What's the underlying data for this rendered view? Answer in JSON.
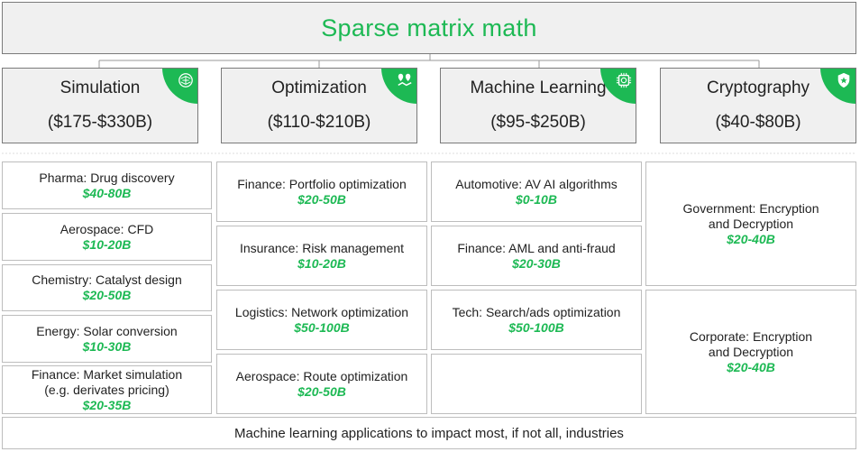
{
  "title": "Sparse matrix math",
  "categories": [
    {
      "name": "Simulation",
      "range": "($175-$330B)",
      "icon": "brain-network-icon"
    },
    {
      "name": "Optimization",
      "range": "($110-$210B)",
      "icon": "route-pins-icon"
    },
    {
      "name": "Machine Learning",
      "range": "($95-$250B)",
      "icon": "ai-chip-icon"
    },
    {
      "name": "Cryptography",
      "range": "($40-$80B)",
      "icon": "shield-icon"
    }
  ],
  "columns": [
    {
      "items": [
        {
          "label": "Pharma: Drug discovery",
          "value": "$40-80B"
        },
        {
          "label": "Aerospace: CFD",
          "value": "$10-20B"
        },
        {
          "label": "Chemistry: Catalyst design",
          "value": "$20-50B"
        },
        {
          "label": "Energy: Solar conversion",
          "value": "$10-30B"
        },
        {
          "label": "Finance: Market simulation",
          "label2": "(e.g. derivates pricing)",
          "value": "$20-35B"
        }
      ]
    },
    {
      "items": [
        {
          "label": "Finance: Portfolio optimization",
          "value": "$20-50B"
        },
        {
          "label": "Insurance: Risk management",
          "value": "$10-20B"
        },
        {
          "label": "Logistics: Network optimization",
          "value": "$50-100B"
        },
        {
          "label": "Aerospace: Route optimization",
          "value": "$20-50B"
        }
      ]
    },
    {
      "items": [
        {
          "label": "Automotive: AV AI algorithms",
          "value": "$0-10B"
        },
        {
          "label": "Finance: AML and anti-fraud",
          "value": "$20-30B"
        },
        {
          "label": "Tech: Search/ads optimization",
          "value": "$50-100B"
        },
        {
          "label": "",
          "value": ""
        }
      ]
    },
    {
      "items": [
        {
          "label": "Government: Encryption",
          "label2": "and Decryption",
          "value": "$20-40B"
        },
        {
          "label": "Corporate: Encryption",
          "label2": "and Decryption",
          "value": "$20-40B"
        }
      ]
    }
  ],
  "footer": "Machine learning applications to impact most, if not all, industries",
  "colors": {
    "accent": "#1db954",
    "box_fill": "#f0f0f0",
    "border": "#7a7a7a"
  }
}
